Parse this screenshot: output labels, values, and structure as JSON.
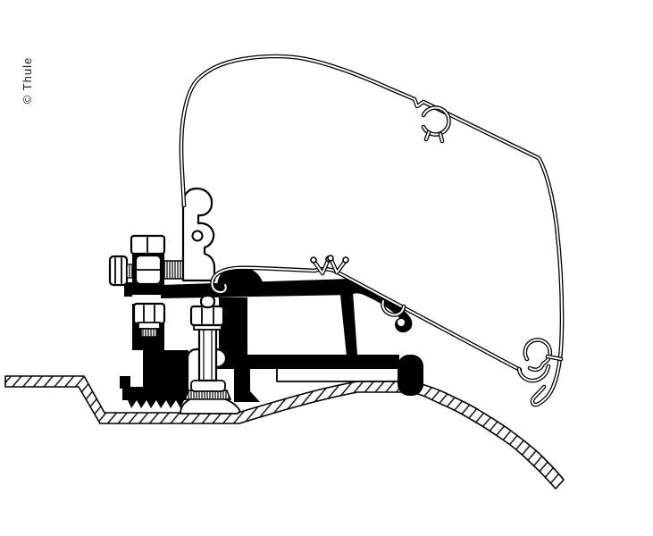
{
  "watermark": {
    "text": "© Thule"
  },
  "palette": {
    "background": "#ffffff",
    "line": "#000000",
    "black_fill": "#000000",
    "white_fill": "#ffffff",
    "text": "#1a1a1a"
  },
  "parts": [
    "awning-case-profile",
    "top-clip",
    "front-rail",
    "rafter-hook",
    "mounting-channel",
    "adapter-rail",
    "adapter-bracket",
    "horizontal-hex-bolt",
    "top-hex-bolt",
    "lower-hex-nut",
    "clamp-bolt",
    "clamp-bracket",
    "clamp-pad",
    "serrated-foot",
    "roof-cross-section",
    "roof-plate"
  ]
}
